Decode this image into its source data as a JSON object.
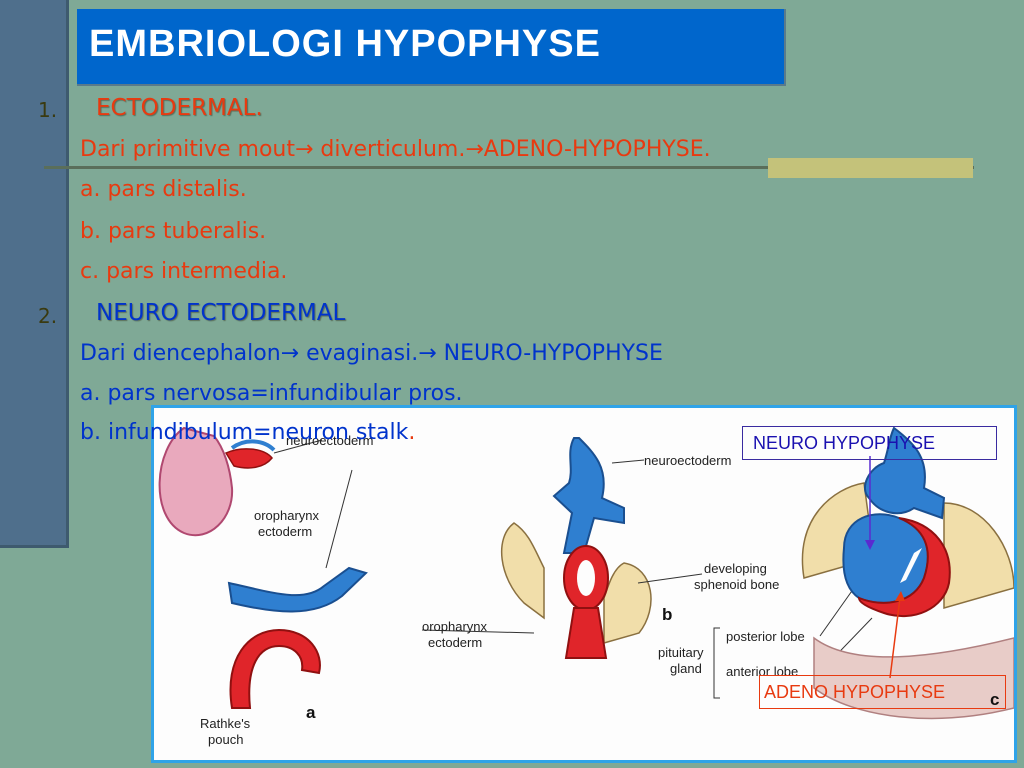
{
  "title": "EMBRIOLOGI HYPOPHYSE",
  "sections": [
    {
      "number": "1.",
      "heading": "ECTODERMAL.",
      "lines": [
        "Dari primitive mout→ diverticulum.→ADENO-HYPOPHYSE.",
        "a. pars distalis.",
        "b. pars tuberalis.",
        "c. pars intermedia."
      ]
    },
    {
      "number": "2.",
      "heading": "NEURO ECTODERMAL",
      "lines": [
        "Dari diencephalon→ evaginasi.→ NEURO-HYPOPHYSE",
        "a. pars nervosa=infundibular pros.",
        "b. infundibulum=neuron stalk"
      ],
      "trailing_dot": "."
    }
  ],
  "figure": {
    "labels": {
      "neuroectoderm_a": "neuroectoderm",
      "oropharynx_a_1": "oropharynx",
      "oropharynx_a_2": "ectoderm",
      "rathke_1": "Rathke's",
      "rathke_2": "pouch",
      "panel_a": "a",
      "neuroectoderm_b": "neuroectoderm",
      "developing_1": "developing",
      "developing_2": "sphenoid bone",
      "oropharynx_b_1": "oropharynx",
      "oropharynx_b_2": "ectoderm",
      "panel_b": "b",
      "pituitary_1": "pituitary",
      "pituitary_2": "gland",
      "posterior_lobe": "posterior lobe",
      "anterior_lobe": "anterior lobe",
      "panel_c": "c"
    },
    "callouts": {
      "neuro": "NEURO HYPOPHYSE",
      "adeno": "ADENO HYPOPHYSE"
    }
  },
  "colors": {
    "background": "#7fa996",
    "title_bg": "#0066cc",
    "red_text": "#e83a10",
    "blue_text": "#0033cc",
    "neuro_blue": "#2f7fd0",
    "adeno_red": "#e0252a"
  }
}
